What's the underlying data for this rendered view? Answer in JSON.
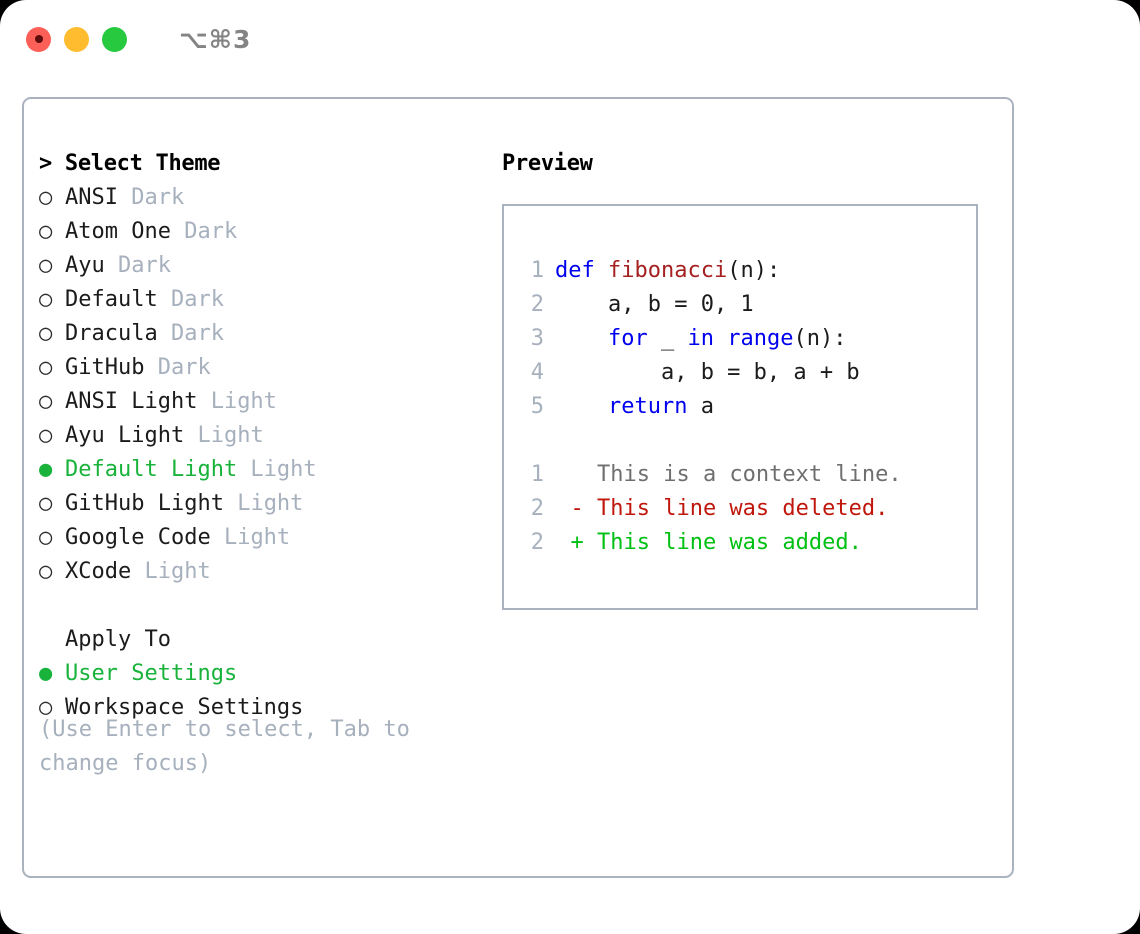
{
  "window": {
    "shortcut": "⌥⌘3",
    "traffic_lights": [
      {
        "name": "close",
        "color": "#fb5f57"
      },
      {
        "name": "minimize",
        "color": "#febc2e"
      },
      {
        "name": "maximize",
        "color": "#27c93f"
      }
    ]
  },
  "theme_picker": {
    "header": "> Select Theme",
    "marker_selected": "●",
    "marker_unselected": "○",
    "items": [
      {
        "name": "ANSI",
        "category": "Dark",
        "selected": false
      },
      {
        "name": "Atom One",
        "category": "Dark",
        "selected": false
      },
      {
        "name": "Ayu",
        "category": "Dark",
        "selected": false
      },
      {
        "name": "Default",
        "category": "Dark",
        "selected": false
      },
      {
        "name": "Dracula",
        "category": "Dark",
        "selected": false
      },
      {
        "name": "GitHub",
        "category": "Dark",
        "selected": false
      },
      {
        "name": "ANSI Light",
        "category": "Light",
        "selected": false
      },
      {
        "name": "Ayu Light",
        "category": "Light",
        "selected": false
      },
      {
        "name": "Default Light",
        "category": "Light",
        "selected": true
      },
      {
        "name": "GitHub Light",
        "category": "Light",
        "selected": false
      },
      {
        "name": "Google Code",
        "category": "Light",
        "selected": false
      },
      {
        "name": "XCode",
        "category": "Light",
        "selected": false
      }
    ]
  },
  "apply_to": {
    "header": "Apply To",
    "items": [
      {
        "name": "User Settings",
        "selected": true
      },
      {
        "name": "Workspace Settings",
        "selected": false
      }
    ]
  },
  "hint": "(Use Enter to select, Tab to change focus)",
  "preview": {
    "header": "Preview",
    "code_lines": [
      {
        "lno": "1",
        "tokens": [
          {
            "t": "def",
            "c": "kw"
          },
          {
            "t": " ",
            "c": "pl"
          },
          {
            "t": "fibonacci",
            "c": "fn"
          },
          {
            "t": "(n):",
            "c": "pl"
          }
        ]
      },
      {
        "lno": "2",
        "tokens": [
          {
            "t": "    a, b = 0, 1",
            "c": "pl"
          }
        ]
      },
      {
        "lno": "3",
        "tokens": [
          {
            "t": "    ",
            "c": "pl"
          },
          {
            "t": "for",
            "c": "kw"
          },
          {
            "t": " _ ",
            "c": "pl"
          },
          {
            "t": "in",
            "c": "kw"
          },
          {
            "t": " ",
            "c": "pl"
          },
          {
            "t": "range",
            "c": "kw"
          },
          {
            "t": "(n):",
            "c": "pl"
          }
        ]
      },
      {
        "lno": "4",
        "tokens": [
          {
            "t": "        a, b = b, a + b",
            "c": "pl"
          }
        ]
      },
      {
        "lno": "5",
        "tokens": [
          {
            "t": "    ",
            "c": "pl"
          },
          {
            "t": "return",
            "c": "kw"
          },
          {
            "t": " a",
            "c": "pl"
          }
        ]
      }
    ],
    "diff_lines": [
      {
        "lno": "1",
        "sign": " ",
        "text": "This is a context line.",
        "kind": "diff-ctx"
      },
      {
        "lno": "2",
        "sign": "-",
        "text": "This line was deleted.",
        "kind": "diff-del"
      },
      {
        "lno": "2",
        "sign": "+",
        "text": "This line was added.",
        "kind": "diff-add"
      }
    ]
  },
  "colors": {
    "accent_green": "#19b33c",
    "muted": "#a7b0bd",
    "border": "#aab2bf",
    "keyword": "#0000ee",
    "function": "#a52020",
    "diff_added": "#00c014",
    "diff_deleted": "#c0170d"
  }
}
